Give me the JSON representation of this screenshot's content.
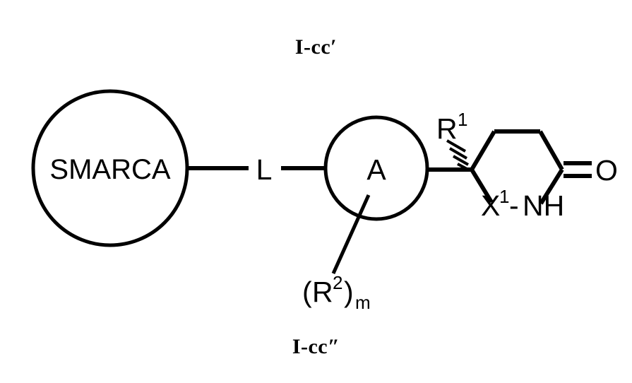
{
  "figure": {
    "top_label": "I-cc′",
    "bottom_label": "I-cc″",
    "background_color": "#ffffff",
    "line_color": "#000000"
  },
  "structure": {
    "type": "chemical-structure-markush",
    "nodes": {
      "smarca_circle_label": "SMARCA",
      "linker_label": "L",
      "ring_a_label": "A",
      "substituent_r1_base": "R",
      "substituent_r1_superscript": "1",
      "substituent_r2_open_paren": "(",
      "substituent_r2_base": "R",
      "substituent_r2_superscript": "2",
      "substituent_r2_close_paren": ")",
      "substituent_r2_subscript": "m",
      "heteroatom_x1_base": "X",
      "heteroatom_x1_superscript": "1",
      "bond_dash_x1_nh": "-",
      "amide_nh_label": "NH",
      "carbonyl_oxygen_label": "O"
    },
    "bonds": {
      "smarca_to_linker": "single",
      "linker_to_ring_a": "single",
      "ring_a_to_stereocenter": "single",
      "stereocenter_to_r1": "hashed-wedge",
      "ring_a_to_r2": "single",
      "stereocenter_to_x1": "single",
      "carbonyl_c_to_o": "double",
      "lactam_ring": "six-membered"
    }
  },
  "chart_data": {
    "type": "diagram",
    "title": "Markush chemical structures I-cc′ and I-cc″",
    "annotations": [
      "I-cc′",
      "SMARCA",
      "L",
      "A",
      "R1",
      "(R2)m",
      "X1-NH",
      "O",
      "I-cc″"
    ]
  }
}
